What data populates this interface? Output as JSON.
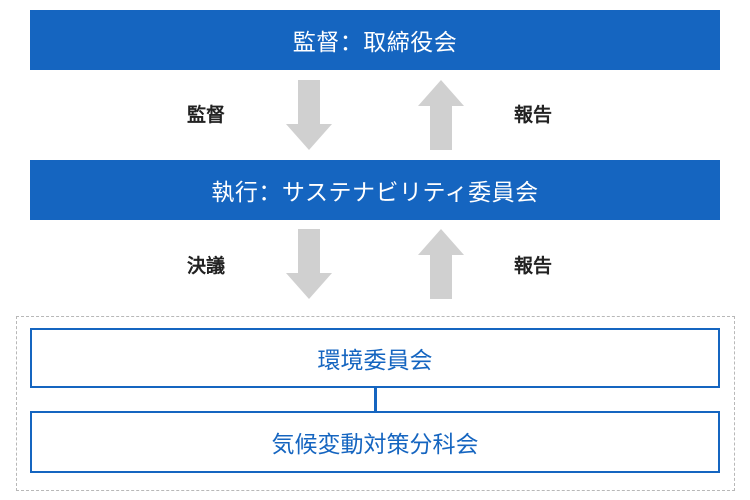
{
  "top_band": {
    "label": "監督：取締役会"
  },
  "middle_band": {
    "label": "執行：サステナビリティ委員会"
  },
  "flow_upper": {
    "left_label": "監督",
    "right_label": "報告"
  },
  "flow_lower": {
    "left_label": "決議",
    "right_label": "報告"
  },
  "committees": [
    {
      "label": "環境委員会"
    },
    {
      "label": "気候変動対策分科会"
    }
  ],
  "colors": {
    "band": "#1565c0",
    "arrow": "#d0d0d0",
    "dashed_border": "#b8b8b8",
    "text_dark": "#222222"
  }
}
